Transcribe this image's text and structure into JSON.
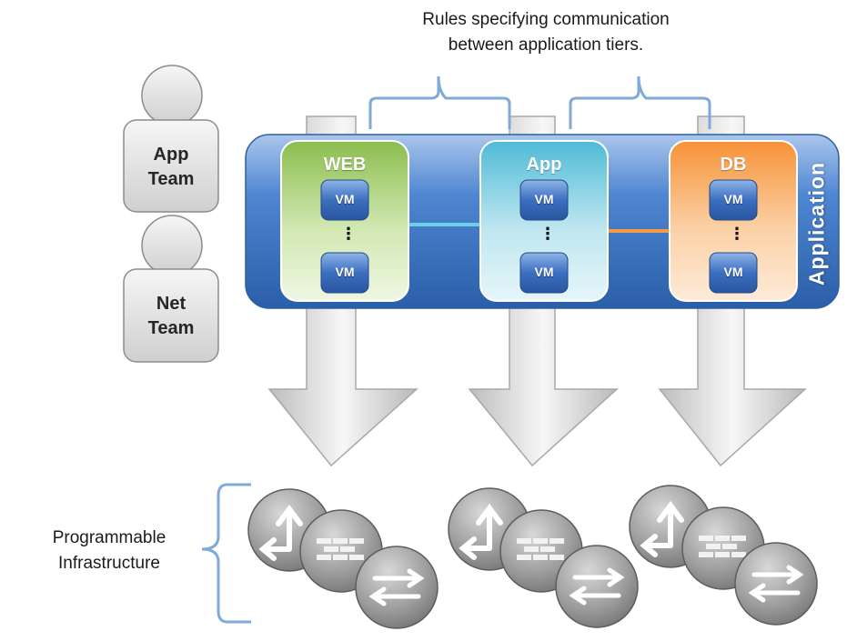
{
  "caption": {
    "line1": "Rules specifying communication",
    "line2": "between application tiers."
  },
  "teams": [
    {
      "line1": "App",
      "line2": "Team"
    },
    {
      "line1": "Net",
      "line2": "Team"
    }
  ],
  "application_label": "Application",
  "tiers": [
    {
      "title": "WEB",
      "vm_top": "VM",
      "vm_bottom": "VM",
      "dots": "⋮",
      "color": "#94c25a"
    },
    {
      "title": "App",
      "vm_top": "VM",
      "vm_bottom": "VM",
      "dots": "⋮",
      "color": "#5ec4dc"
    },
    {
      "title": "DB",
      "vm_top": "VM",
      "vm_bottom": "VM",
      "dots": "⋮",
      "color": "#f7973f"
    }
  ],
  "infrastructure_label": {
    "line1": "Programmable",
    "line2": "Infrastructure"
  },
  "infrastructure_groups": [
    {
      "icons": [
        "router-icon",
        "firewall-icon",
        "switch-icon"
      ]
    },
    {
      "icons": [
        "router-icon",
        "firewall-icon",
        "switch-icon"
      ]
    },
    {
      "icons": [
        "router-icon",
        "firewall-icon",
        "switch-icon"
      ]
    }
  ],
  "colors": {
    "application_bar": "#3a73c2",
    "bracket": "#7fa9d8",
    "arrow": "#e0e0e0"
  }
}
